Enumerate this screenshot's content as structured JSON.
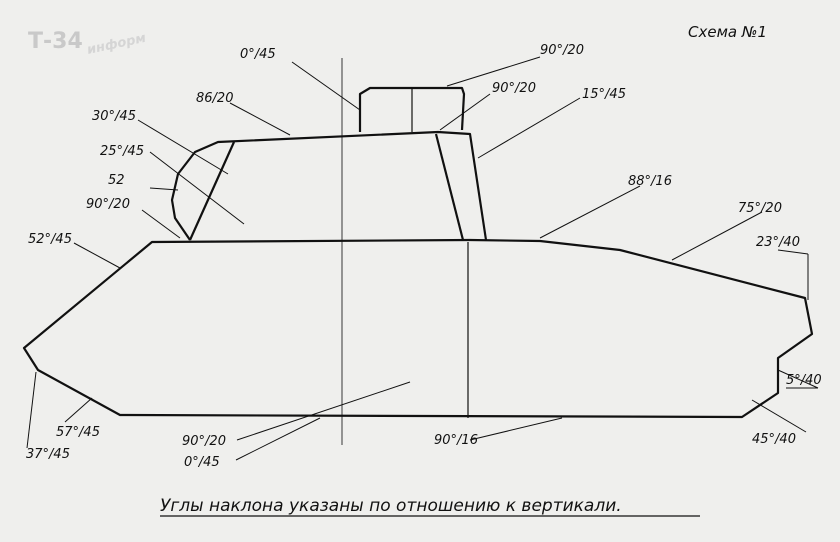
{
  "scheme_title": "Схема №1",
  "watermark": {
    "main": "Т-34",
    "sub": "информ"
  },
  "caption": "Углы наклона указаны по отношению к вертикали.",
  "labels": {
    "turret_top": "0°/45",
    "cupola": "90°/20",
    "turret_roof": "86/20",
    "turret_side": "90°/20",
    "turret_rear": "15°/45",
    "mantlet_upper": "30°/45",
    "mantlet_mid": "25°/45",
    "mantlet": "52",
    "turret_ring": "90°/20",
    "upper_front": "52°/45",
    "hull_roof": "88°/16",
    "engine_deck": "75°/20",
    "rear_upper": "23°/40",
    "rear_lower": "5°/40",
    "rear_bottom": "45°/40",
    "lower_front": "57°/45",
    "nose": "37°/45",
    "hull_side": "90°/20",
    "hull_floor_a": "0°/45",
    "hull_floor": "90°/16"
  }
}
